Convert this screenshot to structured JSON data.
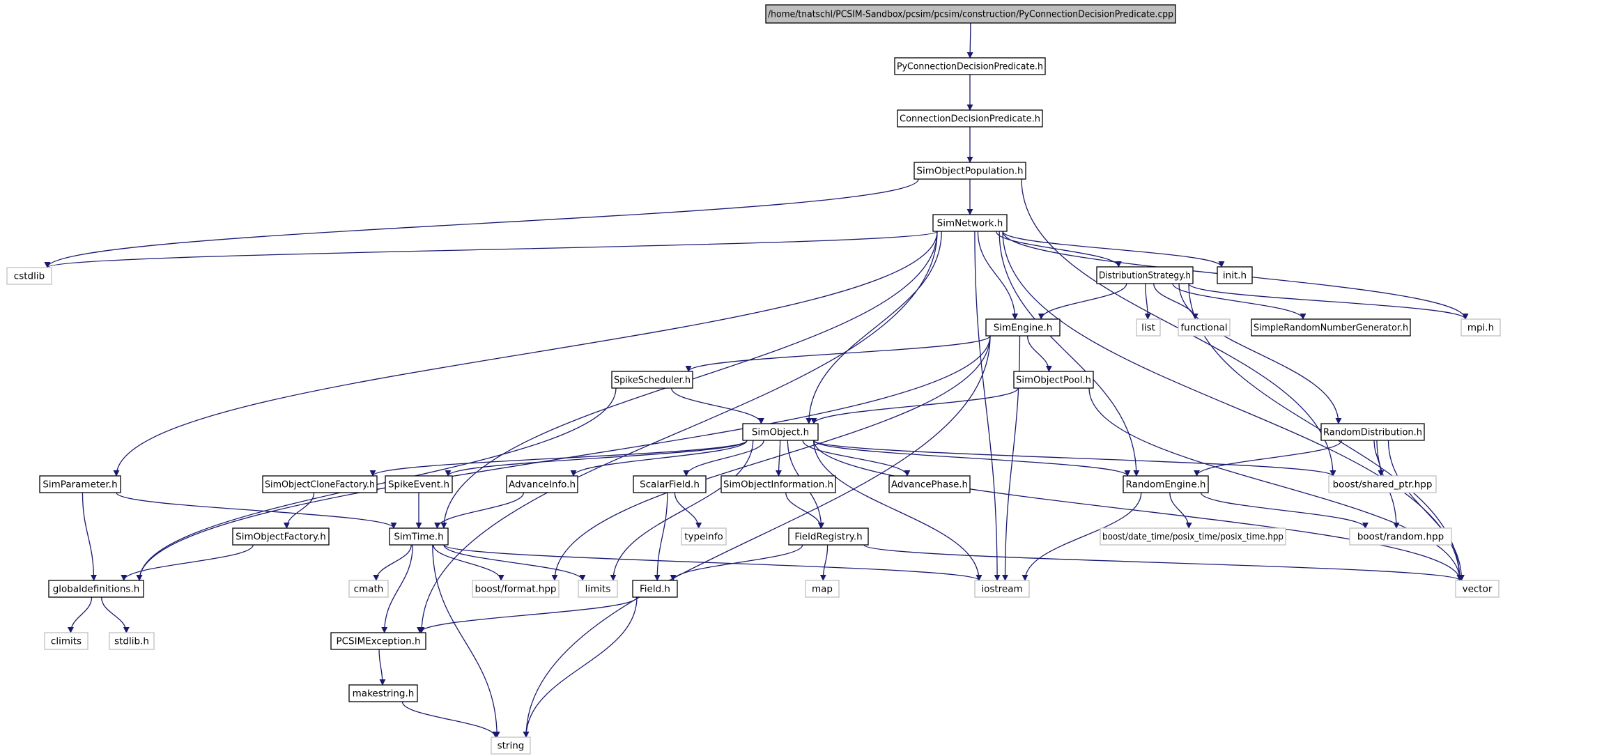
{
  "graph": {
    "colors": {
      "edge": "#191970",
      "local_border": "#000000",
      "system_border": "#bfbfbf",
      "root_fill": "#bfbfbf",
      "background": "#ffffff"
    },
    "nodes": [
      {
        "id": "root",
        "label": "/home/tnatschl/PCSIM-Sandbox/pcsim/pcsim/construction/PyConnectionDecisionPredicate.cpp",
        "kind": "root"
      },
      {
        "id": "pycdp",
        "label": "PyConnectionDecisionPredicate.h",
        "kind": "local"
      },
      {
        "id": "cdp",
        "label": "ConnectionDecisionPredicate.h",
        "kind": "local"
      },
      {
        "id": "sop",
        "label": "SimObjectPopulation.h",
        "kind": "local"
      },
      {
        "id": "simnet",
        "label": "SimNetwork.h",
        "kind": "local"
      },
      {
        "id": "cstdlib",
        "label": "cstdlib",
        "kind": "system"
      },
      {
        "id": "diststrat",
        "label": "DistributionStrategy.h",
        "kind": "local"
      },
      {
        "id": "init",
        "label": "init.h",
        "kind": "local"
      },
      {
        "id": "simengine",
        "label": "SimEngine.h",
        "kind": "local"
      },
      {
        "id": "list",
        "label": "list",
        "kind": "system"
      },
      {
        "id": "functional",
        "label": "functional",
        "kind": "system"
      },
      {
        "id": "srng",
        "label": "SimpleRandomNumberGenerator.h",
        "kind": "local"
      },
      {
        "id": "mpi",
        "label": "mpi.h",
        "kind": "system"
      },
      {
        "id": "spikesched",
        "label": "SpikeScheduler.h",
        "kind": "local"
      },
      {
        "id": "sopool",
        "label": "SimObjectPool.h",
        "kind": "local"
      },
      {
        "id": "randdist",
        "label": "RandomDistribution.h",
        "kind": "local"
      },
      {
        "id": "simobject",
        "label": "SimObject.h",
        "kind": "local"
      },
      {
        "id": "simparam",
        "label": "SimParameter.h",
        "kind": "local"
      },
      {
        "id": "soclone",
        "label": "SimObjectCloneFactory.h",
        "kind": "local"
      },
      {
        "id": "spikeevent",
        "label": "SpikeEvent.h",
        "kind": "local"
      },
      {
        "id": "advinfo",
        "label": "AdvanceInfo.h",
        "kind": "local"
      },
      {
        "id": "scalarfield",
        "label": "ScalarField.h",
        "kind": "local"
      },
      {
        "id": "soinfo",
        "label": "SimObjectInformation.h",
        "kind": "local"
      },
      {
        "id": "advphase",
        "label": "AdvancePhase.h",
        "kind": "local"
      },
      {
        "id": "randengine",
        "label": "RandomEngine.h",
        "kind": "local"
      },
      {
        "id": "sharedptr",
        "label": "boost/shared_ptr.hpp",
        "kind": "system"
      },
      {
        "id": "sofactory",
        "label": "SimObjectFactory.h",
        "kind": "local"
      },
      {
        "id": "simtime",
        "label": "SimTime.h",
        "kind": "local"
      },
      {
        "id": "typeinfo",
        "label": "typeinfo",
        "kind": "system"
      },
      {
        "id": "fieldreg",
        "label": "FieldRegistry.h",
        "kind": "local"
      },
      {
        "id": "posixtime",
        "label": "boost/date_time/posix_time/posix_time.hpp",
        "kind": "system"
      },
      {
        "id": "boostrandom",
        "label": "boost/random.hpp",
        "kind": "system"
      },
      {
        "id": "globaldefs",
        "label": "globaldefinitions.h",
        "kind": "local"
      },
      {
        "id": "cmath",
        "label": "cmath",
        "kind": "system"
      },
      {
        "id": "boostformat",
        "label": "boost/format.hpp",
        "kind": "system"
      },
      {
        "id": "limits",
        "label": "limits",
        "kind": "system"
      },
      {
        "id": "field",
        "label": "Field.h",
        "kind": "local"
      },
      {
        "id": "map",
        "label": "map",
        "kind": "system"
      },
      {
        "id": "iostream",
        "label": "iostream",
        "kind": "system"
      },
      {
        "id": "vector",
        "label": "vector",
        "kind": "system"
      },
      {
        "id": "climits",
        "label": "climits",
        "kind": "system"
      },
      {
        "id": "stdlib",
        "label": "stdlib.h",
        "kind": "system"
      },
      {
        "id": "pcsimexc",
        "label": "PCSIMException.h",
        "kind": "local"
      },
      {
        "id": "makestring",
        "label": "makestring.h",
        "kind": "local"
      },
      {
        "id": "string",
        "label": "string",
        "kind": "system"
      }
    ],
    "edges": [
      [
        "root",
        "pycdp"
      ],
      [
        "pycdp",
        "cdp"
      ],
      [
        "cdp",
        "sop"
      ],
      [
        "sop",
        "simnet"
      ],
      [
        "sop",
        "cstdlib"
      ],
      [
        "sop",
        "sharedptr"
      ],
      [
        "simnet",
        "cstdlib"
      ],
      [
        "simnet",
        "simparam"
      ],
      [
        "simnet",
        "pcsimexc"
      ],
      [
        "simnet",
        "simtime"
      ],
      [
        "simnet",
        "simobject"
      ],
      [
        "simnet",
        "simengine"
      ],
      [
        "simnet",
        "diststrat"
      ],
      [
        "simnet",
        "init"
      ],
      [
        "simnet",
        "mpi"
      ],
      [
        "simnet",
        "vector"
      ],
      [
        "simnet",
        "iostream"
      ],
      [
        "simnet",
        "randengine"
      ],
      [
        "diststrat",
        "simengine"
      ],
      [
        "diststrat",
        "list"
      ],
      [
        "diststrat",
        "functional"
      ],
      [
        "diststrat",
        "srng"
      ],
      [
        "diststrat",
        "mpi"
      ],
      [
        "diststrat",
        "vector"
      ],
      [
        "diststrat",
        "randdist"
      ],
      [
        "simengine",
        "spikesched"
      ],
      [
        "simengine",
        "sopool"
      ],
      [
        "simengine",
        "globaldefs"
      ],
      [
        "simengine",
        "boostformat"
      ],
      [
        "simengine",
        "iostream"
      ],
      [
        "simengine",
        "string"
      ],
      [
        "spikesched",
        "simobject"
      ],
      [
        "spikesched",
        "globaldefs"
      ],
      [
        "sopool",
        "simobject"
      ],
      [
        "sopool",
        "vector"
      ],
      [
        "randdist",
        "randengine"
      ],
      [
        "randdist",
        "sharedptr"
      ],
      [
        "randdist",
        "boostrandom"
      ],
      [
        "randdist",
        "vector"
      ],
      [
        "simobject",
        "soclone"
      ],
      [
        "simobject",
        "spikeevent"
      ],
      [
        "simobject",
        "advinfo"
      ],
      [
        "simobject",
        "scalarfield"
      ],
      [
        "simobject",
        "soinfo"
      ],
      [
        "simobject",
        "advphase"
      ],
      [
        "simobject",
        "randengine"
      ],
      [
        "simobject",
        "sharedptr"
      ],
      [
        "simobject",
        "fieldreg"
      ],
      [
        "simobject",
        "limits"
      ],
      [
        "simobject",
        "iostream"
      ],
      [
        "simobject",
        "vector"
      ],
      [
        "simparam",
        "simtime"
      ],
      [
        "simparam",
        "globaldefs"
      ],
      [
        "soclone",
        "sofactory"
      ],
      [
        "sofactory",
        "globaldefs"
      ],
      [
        "spikeevent",
        "simtime"
      ],
      [
        "advinfo",
        "simtime"
      ],
      [
        "scalarfield",
        "typeinfo"
      ],
      [
        "scalarfield",
        "field"
      ],
      [
        "soinfo",
        "fieldreg"
      ],
      [
        "randengine",
        "posixtime"
      ],
      [
        "randengine",
        "boostrandom"
      ],
      [
        "randengine",
        "iostream"
      ],
      [
        "simtime",
        "cmath"
      ],
      [
        "simtime",
        "boostformat"
      ],
      [
        "simtime",
        "limits"
      ],
      [
        "simtime",
        "pcsimexc"
      ],
      [
        "simtime",
        "string"
      ],
      [
        "simtime",
        "iostream"
      ],
      [
        "fieldreg",
        "map"
      ],
      [
        "fieldreg",
        "field"
      ],
      [
        "fieldreg",
        "vector"
      ],
      [
        "field",
        "pcsimexc"
      ],
      [
        "field",
        "string"
      ],
      [
        "globaldefs",
        "climits"
      ],
      [
        "globaldefs",
        "stdlib"
      ],
      [
        "pcsimexc",
        "makestring"
      ],
      [
        "makestring",
        "string"
      ]
    ]
  }
}
